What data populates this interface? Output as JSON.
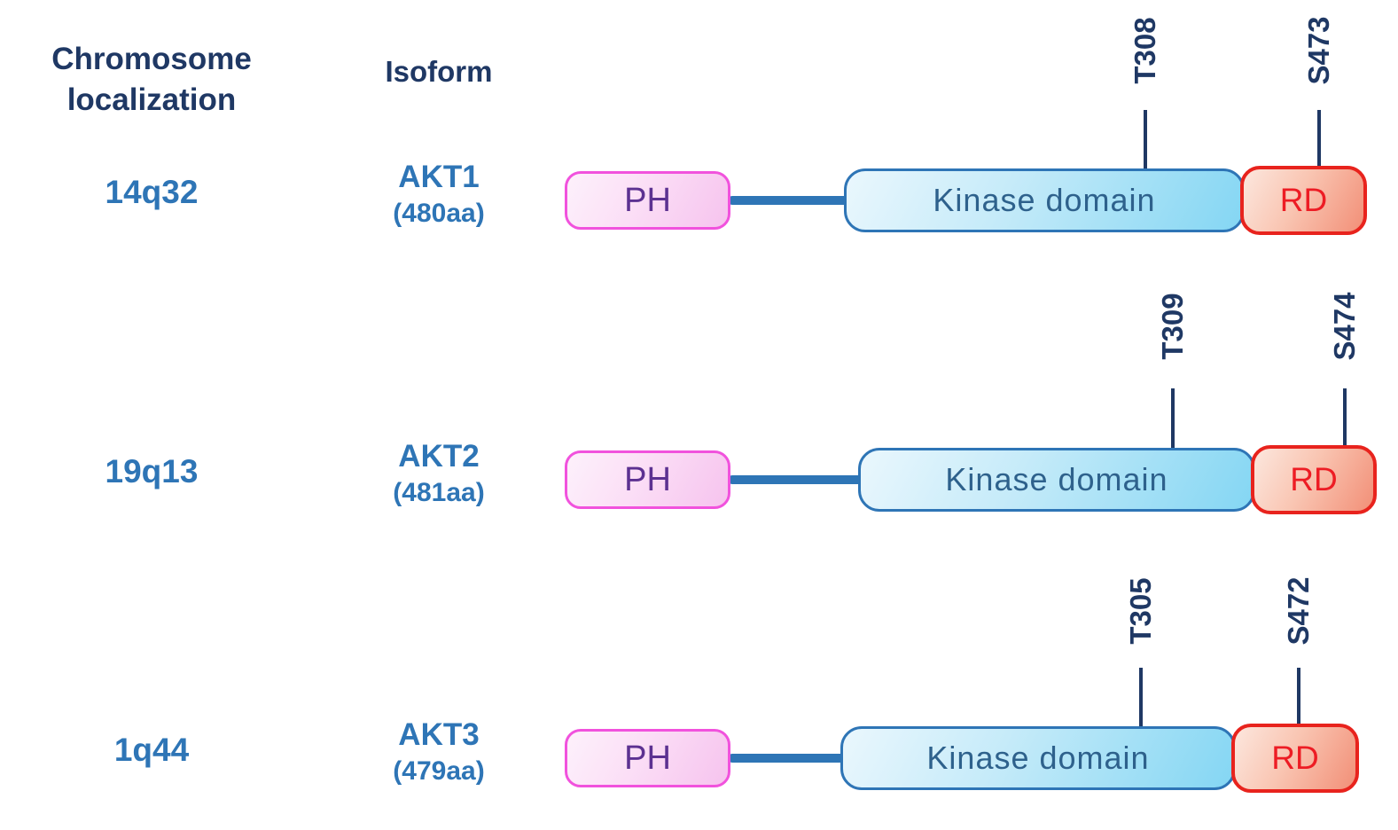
{
  "header": {
    "chromosome_localization": "Chromosome localization",
    "isoform": "Isoform"
  },
  "domain_labels": {
    "ph": "PH",
    "kinase": "Kinase domain",
    "rd": "RD"
  },
  "rows": [
    {
      "chromosome": "14q32",
      "isoform": "AKT1",
      "length_aa": "(480aa)",
      "site_thr": "T308",
      "site_ser": "S473"
    },
    {
      "chromosome": "19q13",
      "isoform": "AKT2",
      "length_aa": "(481aa)",
      "site_thr": "T309",
      "site_ser": "S474"
    },
    {
      "chromosome": "1q44",
      "isoform": "AKT3",
      "length_aa": "(479aa)",
      "site_thr": "T305",
      "site_ser": "S472"
    }
  ],
  "colors": {
    "heading_navy": "#1f3864",
    "label_blue": "#2e75b6",
    "site_tick_navy": "#1f3864",
    "linker_blue": "#2e75b6",
    "ph_border_magenta": "#f152dd",
    "ph_fill_light": "#fdf1fb",
    "ph_fill_deep": "#f6c3ee",
    "ph_text_purple": "#5c3191",
    "kinase_border_blue": "#2e75b6",
    "kinase_fill_light": "#eaf7fd",
    "kinase_fill_deep": "#84d6f3",
    "kinase_text_blue": "#2e618c",
    "rd_border_red": "#e8231d",
    "rd_fill_light": "#fce7de",
    "rd_fill_deep": "#f28f77",
    "rd_text_red": "#ed1c24",
    "background": "#ffffff"
  }
}
